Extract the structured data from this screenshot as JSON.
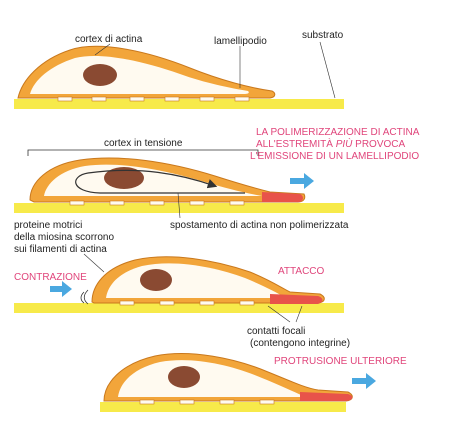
{
  "colors": {
    "substrate": "#f7ea4a",
    "substrate_edge": "#e8d62a",
    "cortex": "#f2a53a",
    "cortex_edge": "#c9781c",
    "cytoplasm": "#fffaf0",
    "nucleus": "#8a4a32",
    "focal": "#e8534a",
    "arrow_blue": "#4aa8e0",
    "pink_text": "#e0457b",
    "line": "#333333"
  },
  "labels": {
    "cortex_actina": "cortex di actina",
    "lamellipodio": "lamellipodio",
    "substrato": "substrato",
    "cortex_tensione": "cortex in tensione",
    "polimerizzazione_l1": "LA POLIMERIZZAZIONE DI ACTINA",
    "polimerizzazione_l2a": "ALL'ESTREMITÀ ",
    "polimerizzazione_l2b": "PIÙ",
    "polimerizzazione_l2c": " PROVOCA",
    "polimerizzazione_l3": "L'EMISSIONE DI UN LAMELLIPODIO",
    "spostamento": "spostamento di actina non polimerizzata",
    "proteine_l1": "proteine motrici",
    "proteine_l2": "della miosina scorrono",
    "proteine_l3": "sui filamenti di actina",
    "contrazione": "CONTRAZIONE",
    "attacco": "ATTACCO",
    "contatti_l1": "contatti focali",
    "contatti_l2": "(contengono integrine)",
    "protrusione": "PROTRUSIONE ULTERIORE"
  },
  "icons": {
    "forward_arrow": "blue-right-arrow-icon",
    "contraction_arrow": "blue-right-arrow-icon",
    "myosin_flow": "curved-arrow-icon"
  }
}
